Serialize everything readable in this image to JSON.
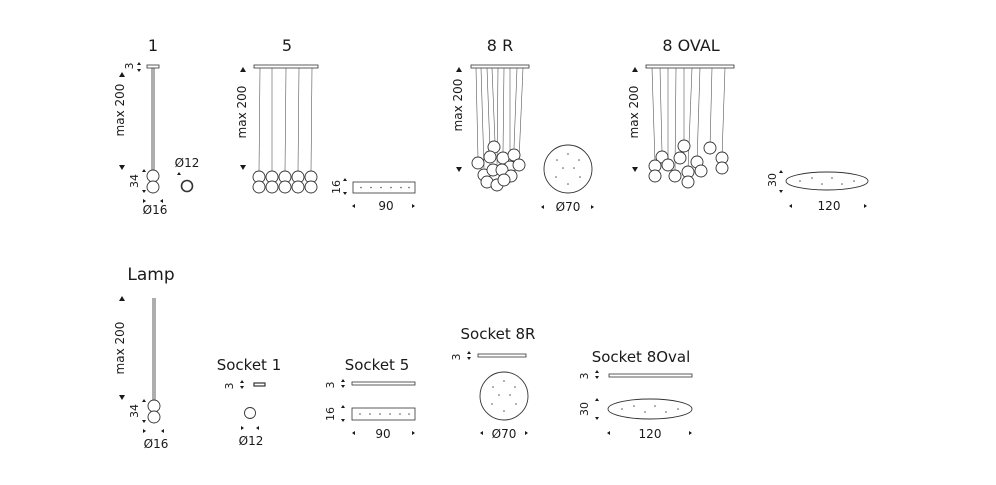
{
  "variants": {
    "v1": {
      "title": "1",
      "height_label": "max 200",
      "top_label": "3",
      "ball_label": "34",
      "diam_label": "Ø16",
      "socket_diam_label": "Ø12"
    },
    "v5": {
      "title": "5",
      "height_label": "max 200",
      "socket_height_label": "16",
      "socket_width_label": "90"
    },
    "v8r": {
      "title": "8 R",
      "height_label": "max 200",
      "socket_diam_label": "Ø70"
    },
    "v8oval": {
      "title": "8 OVAL",
      "height_label": "max 200",
      "socket_height_label": "30",
      "socket_width_label": "120"
    }
  },
  "lamp": {
    "title": "Lamp",
    "height_label": "max 200",
    "ball_label": "34",
    "diam_label": "Ø16"
  },
  "socket1": {
    "title": "Socket 1",
    "height_label": "3",
    "diam_label": "Ø12"
  },
  "socket5": {
    "title": "Socket 5",
    "height_label": "3",
    "depth_label": "16",
    "width_label": "90"
  },
  "socket8r": {
    "title": "Socket 8R",
    "height_label": "3",
    "diam_label": "Ø70"
  },
  "socket8oval": {
    "title": "Socket 8Oval",
    "height_label": "3",
    "depth_label": "30",
    "width_label": "120"
  }
}
